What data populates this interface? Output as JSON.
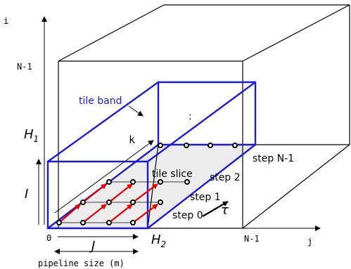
{
  "axes": {
    "i": "i",
    "j": "j",
    "k": "k",
    "origin": "0",
    "i_tick": "N-1",
    "j_tick": "N-1"
  },
  "labels": {
    "tile_band": "tile band",
    "tile_slice": "tile slice",
    "H1": "H",
    "H1_sub": "1",
    "H2": "H",
    "H2_sub": "2",
    "I": "I",
    "J": "J",
    "tau": "τ",
    "dots": ":",
    "pipeline_size": "pipeline size (m)"
  },
  "steps": [
    "step 0",
    "step 1",
    "step 2",
    "step N-1"
  ],
  "colors": {
    "band_stroke": "#1c1cd6",
    "arrow_red": "#e00000",
    "slice_fill": "#ececec",
    "line": "#000000"
  }
}
